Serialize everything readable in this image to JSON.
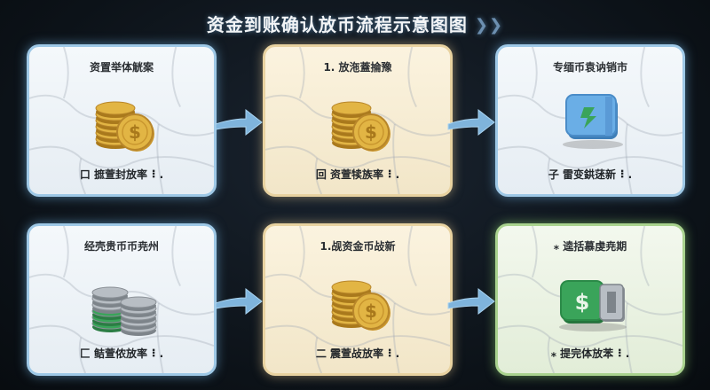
{
  "title": "资金到账确认放币流程示意图图",
  "cards": [
    {
      "title": "资置举体觥案",
      "footer": "口 摭萱封放率 ⠇.",
      "icon": "gold-coin-stack-icon",
      "theme": "blue"
    },
    {
      "title": "1. 放沲蓋掄豫",
      "footer": "回 资萱犊族率 ⠇.",
      "icon": "gold-coin-stack-icon",
      "theme": "cream"
    },
    {
      "title": "专缅币袁讷销市",
      "footer": "子 雷变鉷蒁新 ⠇.",
      "icon": "blue-crypto-block-icon",
      "theme": "blue"
    },
    {
      "title": "经壳贵币币尭州",
      "footer": "匚 鲒萱侬放率 ⠇.",
      "icon": "silver-coin-stack-icon",
      "theme": "blue"
    },
    {
      "title": "1.觇资金币敁新",
      "footer": "二 震萱敁放率 ⠇.",
      "icon": "gold-coin-stack-icon",
      "theme": "cream"
    },
    {
      "title": "⁎ 逵括慕虔尭期",
      "footer": "⁎ 提完体放苯 ⠇.",
      "icon": "green-cash-block-icon",
      "theme": "green"
    }
  ],
  "colors": {
    "arrow": "#7fb4dc",
    "gold": "#e2b544",
    "silver": "#b8bec4",
    "green_cash": "#3aa45a",
    "crypto_blue": "#6aaee6"
  }
}
